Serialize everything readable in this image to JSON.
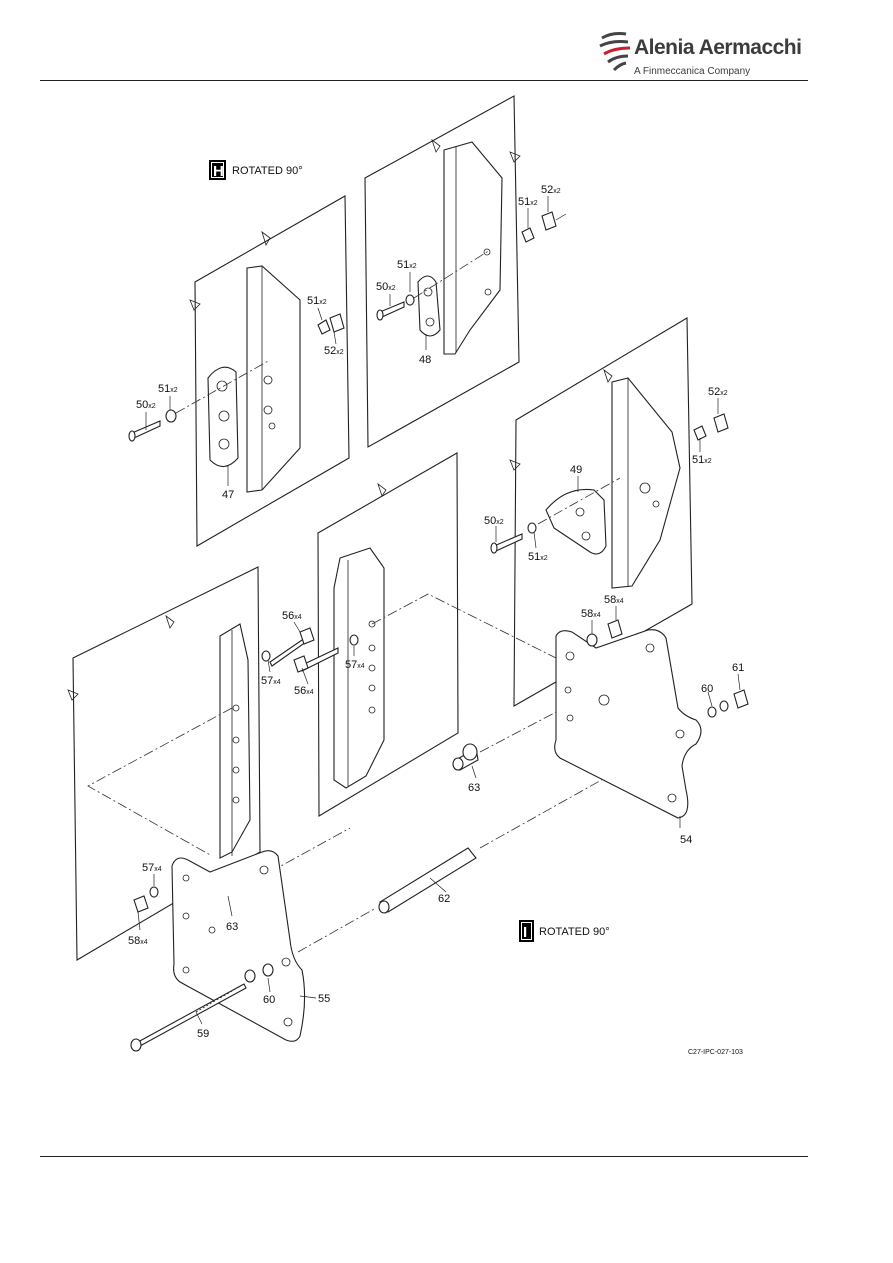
{
  "header": {
    "brand": "Alenia Aermacchi",
    "tagline": "A Finmeccanica Company"
  },
  "views": [
    {
      "letter": "H",
      "text": "ROTATED 90°"
    },
    {
      "letter": "I",
      "text": "ROTATED 90°"
    }
  ],
  "callouts": [
    {
      "id": "c50a",
      "num": "50",
      "qty": "x2"
    },
    {
      "id": "c51a",
      "num": "51",
      "qty": "x2"
    },
    {
      "id": "c47",
      "num": "47",
      "qty": ""
    },
    {
      "id": "c51b",
      "num": "51",
      "qty": "x2"
    },
    {
      "id": "c52a",
      "num": "52",
      "qty": "x2"
    },
    {
      "id": "c50b",
      "num": "50",
      "qty": "x2"
    },
    {
      "id": "c51c",
      "num": "51",
      "qty": "x2"
    },
    {
      "id": "c48",
      "num": "48",
      "qty": ""
    },
    {
      "id": "c51d",
      "num": "51",
      "qty": "x2"
    },
    {
      "id": "c52b",
      "num": "52",
      "qty": "x2"
    },
    {
      "id": "c52c",
      "num": "52",
      "qty": "x2"
    },
    {
      "id": "c51e",
      "num": "51",
      "qty": "x2"
    },
    {
      "id": "c49",
      "num": "49",
      "qty": ""
    },
    {
      "id": "c50c",
      "num": "50",
      "qty": "x2"
    },
    {
      "id": "c51f",
      "num": "51",
      "qty": "x2"
    },
    {
      "id": "c56a",
      "num": "56",
      "qty": "x4"
    },
    {
      "id": "c57a",
      "num": "57",
      "qty": "x4"
    },
    {
      "id": "c56b",
      "num": "56",
      "qty": "x4"
    },
    {
      "id": "c57b",
      "num": "57",
      "qty": "x4"
    },
    {
      "id": "c58a",
      "num": "58",
      "qty": "x4"
    },
    {
      "id": "c58b",
      "num": "58",
      "qty": "x4"
    },
    {
      "id": "c61",
      "num": "61",
      "qty": ""
    },
    {
      "id": "c60a",
      "num": "60",
      "qty": ""
    },
    {
      "id": "c63a",
      "num": "63",
      "qty": ""
    },
    {
      "id": "c54",
      "num": "54",
      "qty": ""
    },
    {
      "id": "c57c",
      "num": "57",
      "qty": "x4"
    },
    {
      "id": "c58c",
      "num": "58",
      "qty": "x4"
    },
    {
      "id": "c63b",
      "num": "63",
      "qty": ""
    },
    {
      "id": "c62",
      "num": "62",
      "qty": ""
    },
    {
      "id": "c60b",
      "num": "60",
      "qty": ""
    },
    {
      "id": "c55",
      "num": "55",
      "qty": ""
    },
    {
      "id": "c59",
      "num": "59",
      "qty": ""
    }
  ],
  "figure_ref": "C27-IPC-027-103"
}
